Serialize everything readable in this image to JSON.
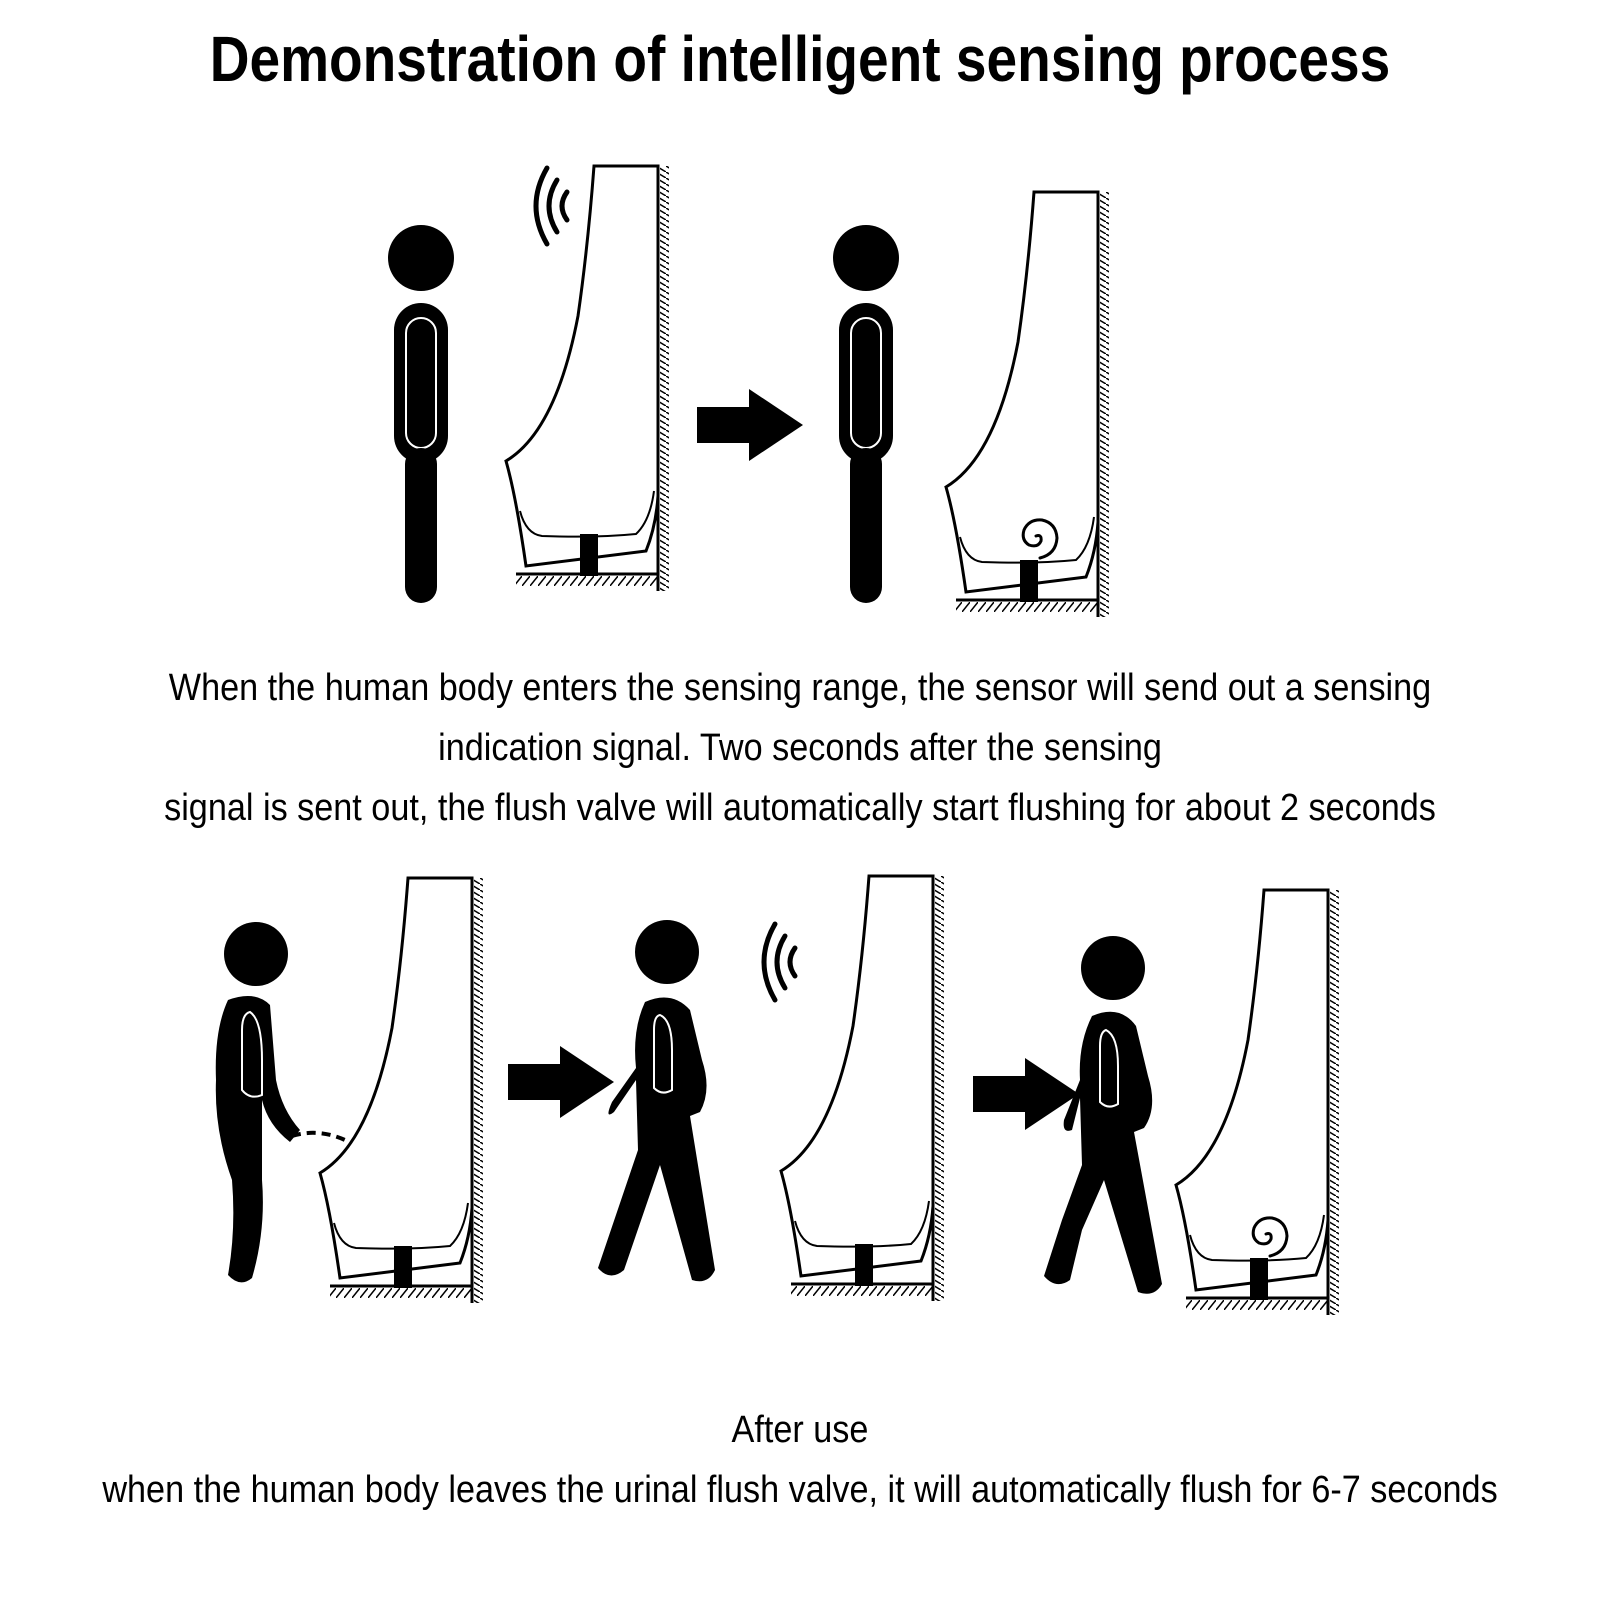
{
  "title": "Demonstration of intelligent sensing process",
  "step1": {
    "lines": [
      "When the human body enters the sensing range, the sensor will send out a sensing",
      "indication signal. Two seconds after the sensing",
      "signal is sent out, the flush valve will automatically start flushing for about 2 seconds"
    ]
  },
  "step2": {
    "heading": "After use",
    "text": "when the human body leaves the urinal flush valve, it will automatically flush for 6-7 seconds"
  },
  "icons": {
    "person": "person-icon",
    "urinal": "urinal-icon",
    "signal": "signal-wave-icon",
    "arrow": "arrow-right-icon",
    "water": "water-swirl-icon"
  }
}
